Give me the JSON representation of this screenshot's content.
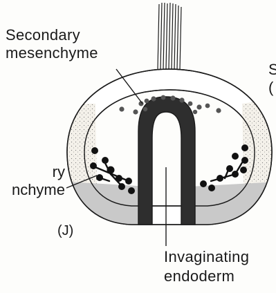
{
  "labels": {
    "secondary_mesenchyme": [
      "Secondary",
      "mesenchyme"
    ],
    "primary_mesenchyme": [
      "ry",
      "nchyme"
    ],
    "panel": "(J)",
    "invaginating_endoderm": [
      "Invaginating",
      "endoderm"
    ],
    "right_edge_fragment": [
      "S",
      "("
    ]
  },
  "colors": {
    "outline": "#1a1a1a",
    "endoderm": "#2e2e2e",
    "ectoderm_fill": "#ffffff",
    "stipple_band": "#ece8e0",
    "vegetal_plate": "#c9c9c9",
    "secondary_mesenchyme_cells": "#555555",
    "primary_mesenchyme_cells": "#111111"
  }
}
